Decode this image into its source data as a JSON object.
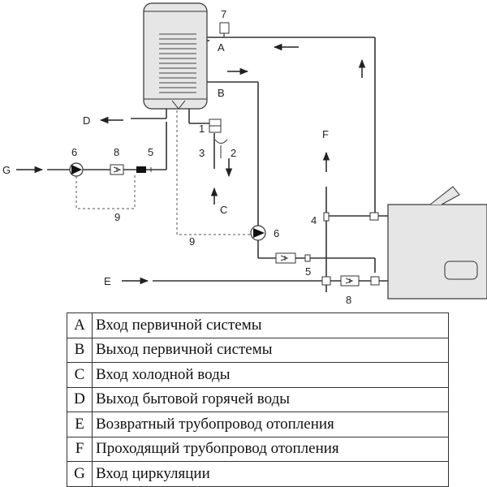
{
  "diagram": {
    "connections": {
      "A": "A",
      "B": "B",
      "C": "C",
      "D": "D",
      "E": "E",
      "F": "F",
      "G": "G"
    },
    "numbers": {
      "n1": "1",
      "n2": "2",
      "n3": "3",
      "n4": "4",
      "n5": "5",
      "n6": "6",
      "n7": "7",
      "n8": "8",
      "n9": "9"
    }
  },
  "legend": {
    "rows": [
      {
        "key": "A",
        "text": "Вход  первичной системы"
      },
      {
        "key": "B",
        "text": "Выход  первичной системы"
      },
      {
        "key": "C",
        "text": "Вход холодной воды"
      },
      {
        "key": "D",
        "text": "Выход  бытовой горячей воды"
      },
      {
        "key": "E",
        "text": "Возвратный трубопровод отопления"
      },
      {
        "key": "F",
        "text": "Проходящий трубопровод отопления"
      },
      {
        "key": "G",
        "text": "Вход циркуляции"
      }
    ]
  }
}
